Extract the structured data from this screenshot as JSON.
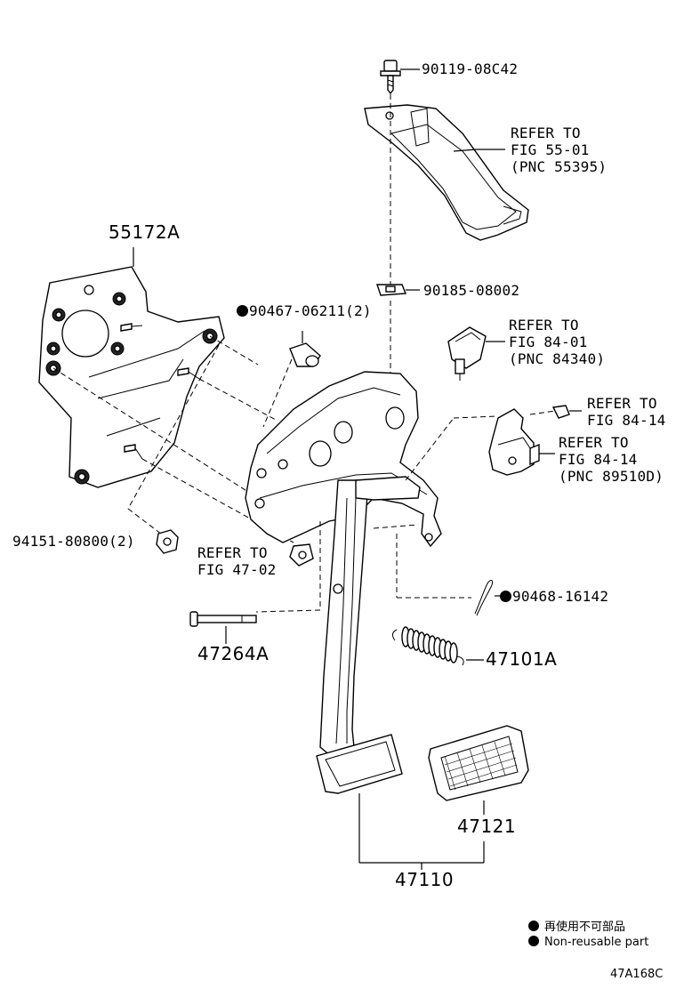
{
  "labels": {
    "bolt_top": "90119-08C42",
    "refer_55": [
      "REFER TO",
      "FIG 55-01",
      "(PNC 55395)"
    ],
    "bracket_55172a": "55172A",
    "nut_90185": "90185-08002",
    "bushing_90467": "90467-06211(2)",
    "refer_84_01": [
      "REFER TO",
      "FIG 84-01",
      "(PNC 84340)"
    ],
    "refer_84_14a": [
      "REFER TO",
      "FIG 84-14"
    ],
    "refer_84_14b": [
      "REFER TO",
      "FIG 84-14",
      "(PNC 89510D)"
    ],
    "nut_94151": "94151-80800(2)",
    "refer_47_02": [
      "REFER TO",
      "FIG 47-02"
    ],
    "clip_90468": "90468-16142",
    "pin_47264a": "47264A",
    "spring_47101a": "47101A",
    "pad_47121": "47121",
    "pedal_47110": "47110"
  },
  "legend": {
    "japanese": "再使用不可部品",
    "english": "Non-reusable part"
  },
  "figure_code": "47A168C",
  "icons": [
    "non-reusable-dot-icon"
  ]
}
